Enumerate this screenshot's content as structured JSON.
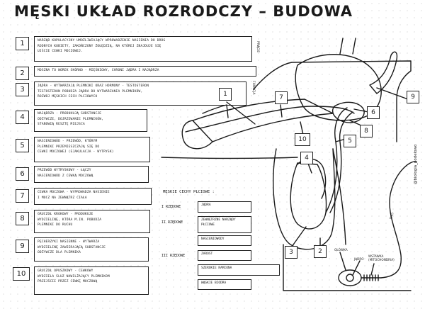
{
  "title": "MĘSKI UKŁAD ROZRODCZY – BUDOWA",
  "items": [
    {
      "num": "1",
      "text": "NARZĄD KOPULACYJNY UMOŻLIWIAJĄCY WPROWADZENIE NASIENIA DO DRÓG\nRODNYCH KOBIETY, ZAKOŃCZONY ŻOŁĘDZIĄ, NA KTÓREJ ZNAJDUJE SIĘ\nUJŚCIE CEWKI MOCZOWEJ.",
      "side": "PRĄCIE"
    },
    {
      "num": "2",
      "text": "MOSZNA TO WOREK SKÓRNO - MIĘŚNIOWY, CHRONI JĄDRA I NAJĄDRZA"
    },
    {
      "num": "3",
      "text": "JĄDRA - WYTWARZAJĄ PLEMNIKI ORAZ HORMONY - TESTOSTERON\nTESTOSTERON POBUDZA JĄDRA DO WYTWARZANIA PLEMNIKÓW,\nROZWÓJ MĘSKICH CECH PŁCIOWYCH",
      "side": "FUNKCJA"
    },
    {
      "num": "4",
      "text": "NAJĄDRZA - PRODUKUJĄ SUBSTANCJE\nODŻYWCZE, DOJRZEWANIE PLEMNIKÓW,\nSTANOWIĄ RESZTĘ MIEJSCA"
    },
    {
      "num": "5",
      "text": "NASIENIOWÓD - PRZEWÓD, KTÓRYM\nPLEMNIKI PRZEMIESZCZAJĄ SIĘ DO\nCEWKI MOCZOWEJ (EJAKULACJA - WYTRYSK)"
    },
    {
      "num": "6",
      "text": "PRZEWÓD WYTRYSKOWY - ŁĄCZY\nNASIENIOWÓD Z CEWKĄ MOCZOWĄ"
    },
    {
      "num": "7",
      "text": "CEWKA MOCZOWA - WYPROWADZA NASIENIE\nI MOCZ NA ZEWNĄTRZ CIAŁA"
    },
    {
      "num": "8",
      "text": "GRUCZOŁ KROKOWY - PRODUKUJE\nWYDZIELINĘ, KTÓRA M.IN. POBUDZA\nPLEMNIKI DO RUCHU"
    },
    {
      "num": "9",
      "text": "PĘCHERZYKI NASIENNE - WYTWARZA\nWYDZIELINĘ ZAWIERAJĄCĄ SUBSTANCJE\nODŻYWCZE DLA PLEMNIKA"
    },
    {
      "num": "10",
      "text": "GRUCZOŁ OPUSZKOWY - CEWKOWY\nWYDZIELA ŚLUZ NAWILŻAJĄCY PLEMNIKOM\nPRZEJŚCIE PRZEZ CEWKĘ MOCZOWĄ"
    }
  ],
  "traits": {
    "heading": "MĘSKIE CECHY PŁCIOWE :",
    "rows": [
      {
        "order": "I RZĘDOWE",
        "values": [
          "JĄDRA"
        ]
      },
      {
        "order": "II RZĘDOWE",
        "values": [
          "ZEWNĘTRZNE NARZĄDY PŁCIOWE",
          "NASIENIOWODY"
        ]
      },
      {
        "order": "III RZĘDOWE",
        "values": [
          "ZAROST",
          "SZEROKIE RAMIONA",
          "WĄSKIE BIODRA"
        ]
      }
    ]
  },
  "diagram_numbers": [
    "1",
    "7",
    "9",
    "6",
    "8",
    "10",
    "5",
    "4",
    "3",
    "2"
  ],
  "sperm_labels": {
    "head": "GŁÓWKA",
    "nucleus": "JĄDRO",
    "midpiece": "WSTAWKA\n(MITOCHONDRIA)",
    "tail": "WICI"
  },
  "watermark": "@biologia_podelowo"
}
